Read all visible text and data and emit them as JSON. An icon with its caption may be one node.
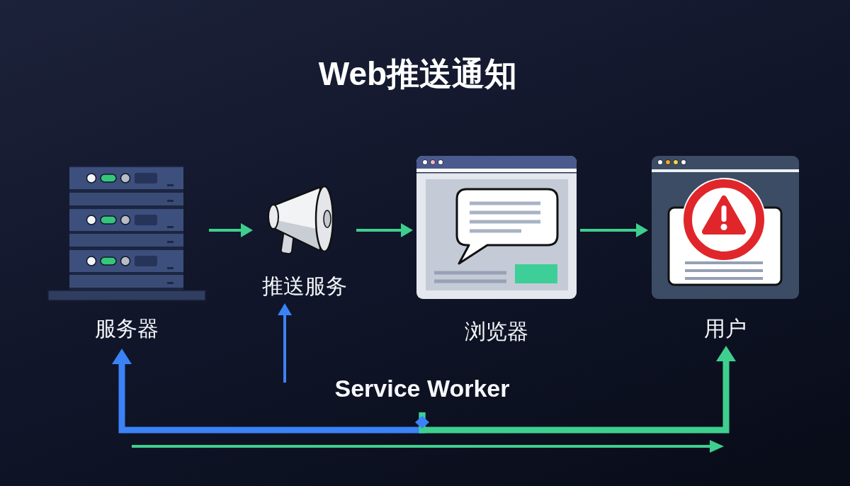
{
  "diagram": {
    "title": "Web推送通知",
    "nodes": [
      {
        "text": [
          "服务器"
        ]
      },
      {
        "text": [
          "推送服务"
        ]
      },
      {
        "text": [
          "浏览器"
        ]
      },
      {
        "text": [
          "用户"
        ]
      },
      {
        "text": [
          "Service Worker"
        ]
      }
    ],
    "edges": [
      {
        "from": 0,
        "to": 1,
        "arrow": "to"
      },
      {
        "from": 1,
        "to": 2,
        "arrow": "to"
      },
      {
        "from": 2,
        "to": 3,
        "arrow": "to"
      },
      {
        "from": 4,
        "to": 0,
        "arrow": "to",
        "style": "thick",
        "color": "#3b82f6"
      },
      {
        "from": 4,
        "to": 3,
        "arrow": "to",
        "style": "thick"
      },
      {
        "from": null,
        "to": 1,
        "arrow": "to",
        "color": "#3b82f6"
      }
    ]
  }
}
